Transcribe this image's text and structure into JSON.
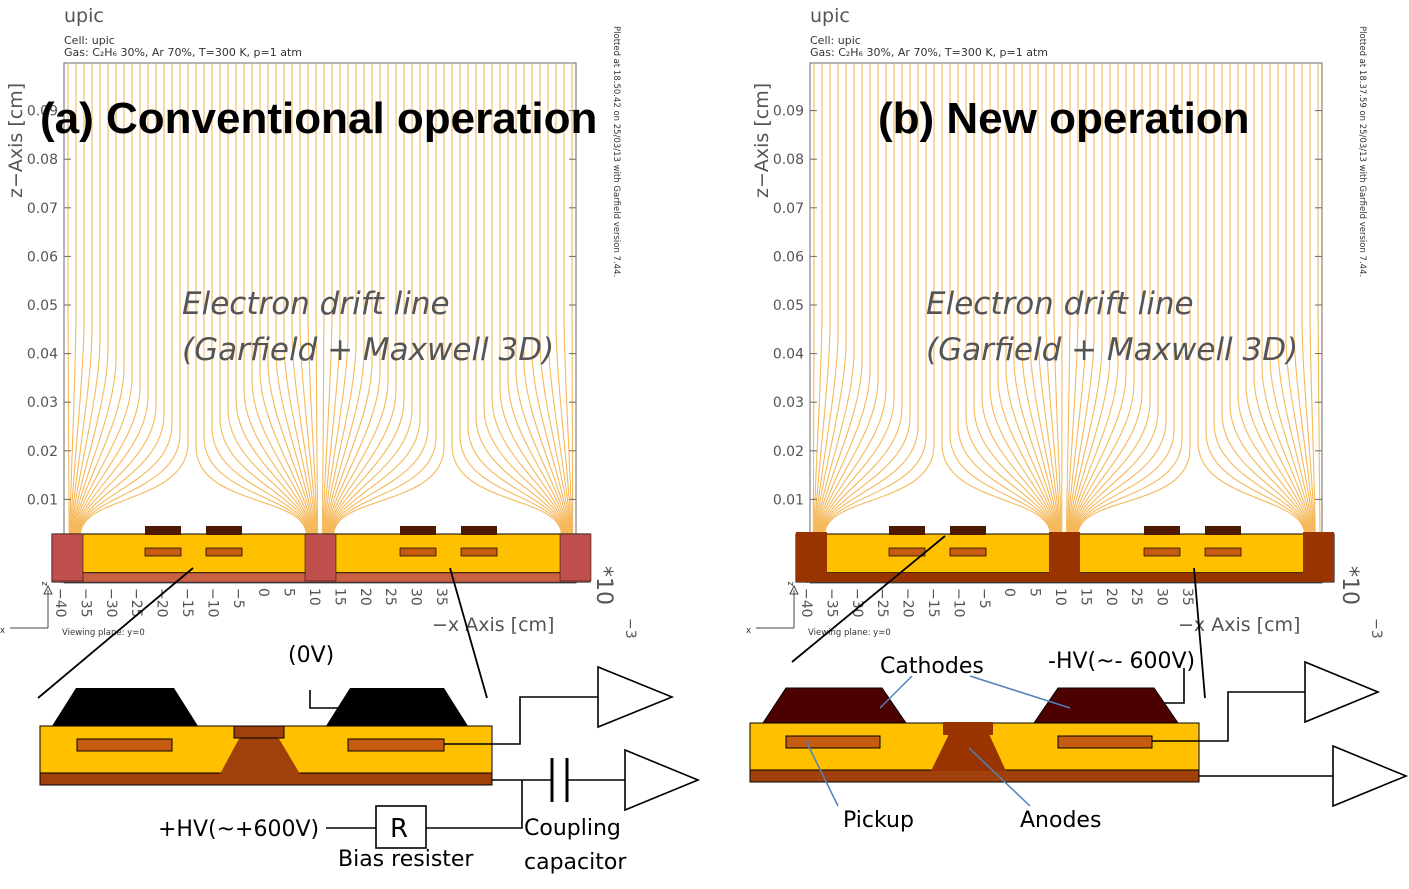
{
  "panels": [
    {
      "id": "a",
      "plot_title": "upic",
      "cell_line": "Cell: upic",
      "gas_line": "Gas: C₂H₆ 30%, Ar 70%, T=300 K, p=1 atm",
      "plotted_note": "Plotted at 18.50.42 on 25/03/13 with Garfield version 7.44.",
      "panel_title": "(a) Conventional operation",
      "drift_label_1": "Electron drift line",
      "drift_label_2": "(Garfield + Maxwell 3D)",
      "z_axis_label": "z−Axis [cm]",
      "x_axis_label": "−x Axis [cm]",
      "x_multiplier": "*10",
      "x_exponent": "−3",
      "viewing_plane": "Viewing plane: y=0",
      "axis_x_small": "x",
      "axis_z_small": "z",
      "electrode_color": "#c0504d",
      "labels": {
        "zero_v": "(0V)",
        "hv": "+HV(~+600V)",
        "resistor_symbol": "R",
        "bias_resister": "Bias resister",
        "coupling_1": "Coupling",
        "coupling_2": "capacitor"
      }
    },
    {
      "id": "b",
      "plot_title": "upic",
      "cell_line": "Cell: upic",
      "gas_line": "Gas: C₂H₆ 30%, Ar 70%, T=300 K, p=1 atm",
      "plotted_note": "Plotted at 18.37.59 on 25/03/13 with Garfield version 7.44.",
      "panel_title": "(b) New operation",
      "drift_label_1": "Electron drift line",
      "drift_label_2": "(Garfield + Maxwell 3D)",
      "z_axis_label": "z−Axis [cm]",
      "x_axis_label": "−x Axis [cm]",
      "x_multiplier": "*10",
      "x_exponent": "−3",
      "viewing_plane": "Viewing plane: y=0",
      "axis_x_small": "x",
      "axis_z_small": "z",
      "electrode_color": "#993300",
      "labels": {
        "cathodes": "Cathodes",
        "neg_hv": "-HV(~- 600V)",
        "pickup": "Pickup",
        "anodes": "Anodes"
      }
    }
  ],
  "y_ticks": [
    "0.01",
    "0.02",
    "0.03",
    "0.04",
    "0.05",
    "0.06",
    "0.07",
    "0.08",
    "0.09"
  ],
  "x_ticks": [
    "−40",
    "−35",
    "−30",
    "−25",
    "−20",
    "−15",
    "−10",
    "−5",
    "0",
    "5",
    "10",
    "15",
    "20",
    "25",
    "30",
    "35"
  ],
  "colors": {
    "drift_line": "#f5b85a",
    "substrate": "#ffc000",
    "strip": "#c55a11",
    "cathode_top": "#4d1a00",
    "base": "#a0410c",
    "plot_frame": "#6a6a6a"
  }
}
